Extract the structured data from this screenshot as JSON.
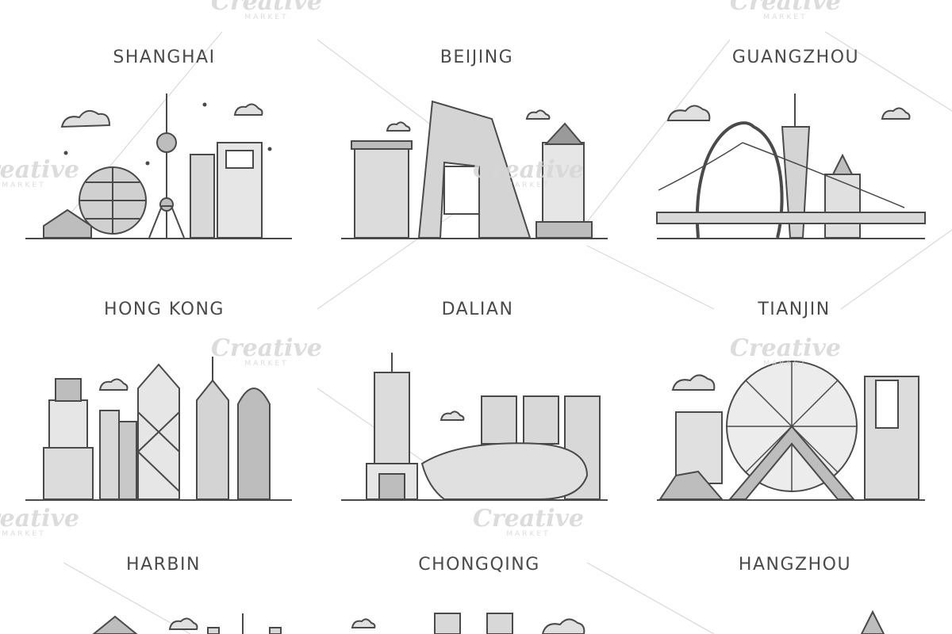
{
  "cities": [
    {
      "key": "shanghai",
      "label": "SHANGHAI"
    },
    {
      "key": "beijing",
      "label": "BEIJING"
    },
    {
      "key": "guangzhou",
      "label": "GUANGZHOU"
    },
    {
      "key": "hongkong",
      "label": "HONG KONG"
    },
    {
      "key": "dalian",
      "label": "DALIAN"
    },
    {
      "key": "tianjin",
      "label": "TIANJIN"
    },
    {
      "key": "harbin",
      "label": "HARBIN"
    },
    {
      "key": "chongqing",
      "label": "CHONGQING"
    },
    {
      "key": "hangzhou",
      "label": "HANGZHOU"
    }
  ],
  "watermark": {
    "line1": "Creative",
    "line2": "MARKET"
  },
  "colors": {
    "stroke": "#4a4a4a",
    "fill_light": "#e6e6e6",
    "fill_mid": "#bdbdbd",
    "fill_dark": "#9a9a9a",
    "background": "#ffffff"
  }
}
